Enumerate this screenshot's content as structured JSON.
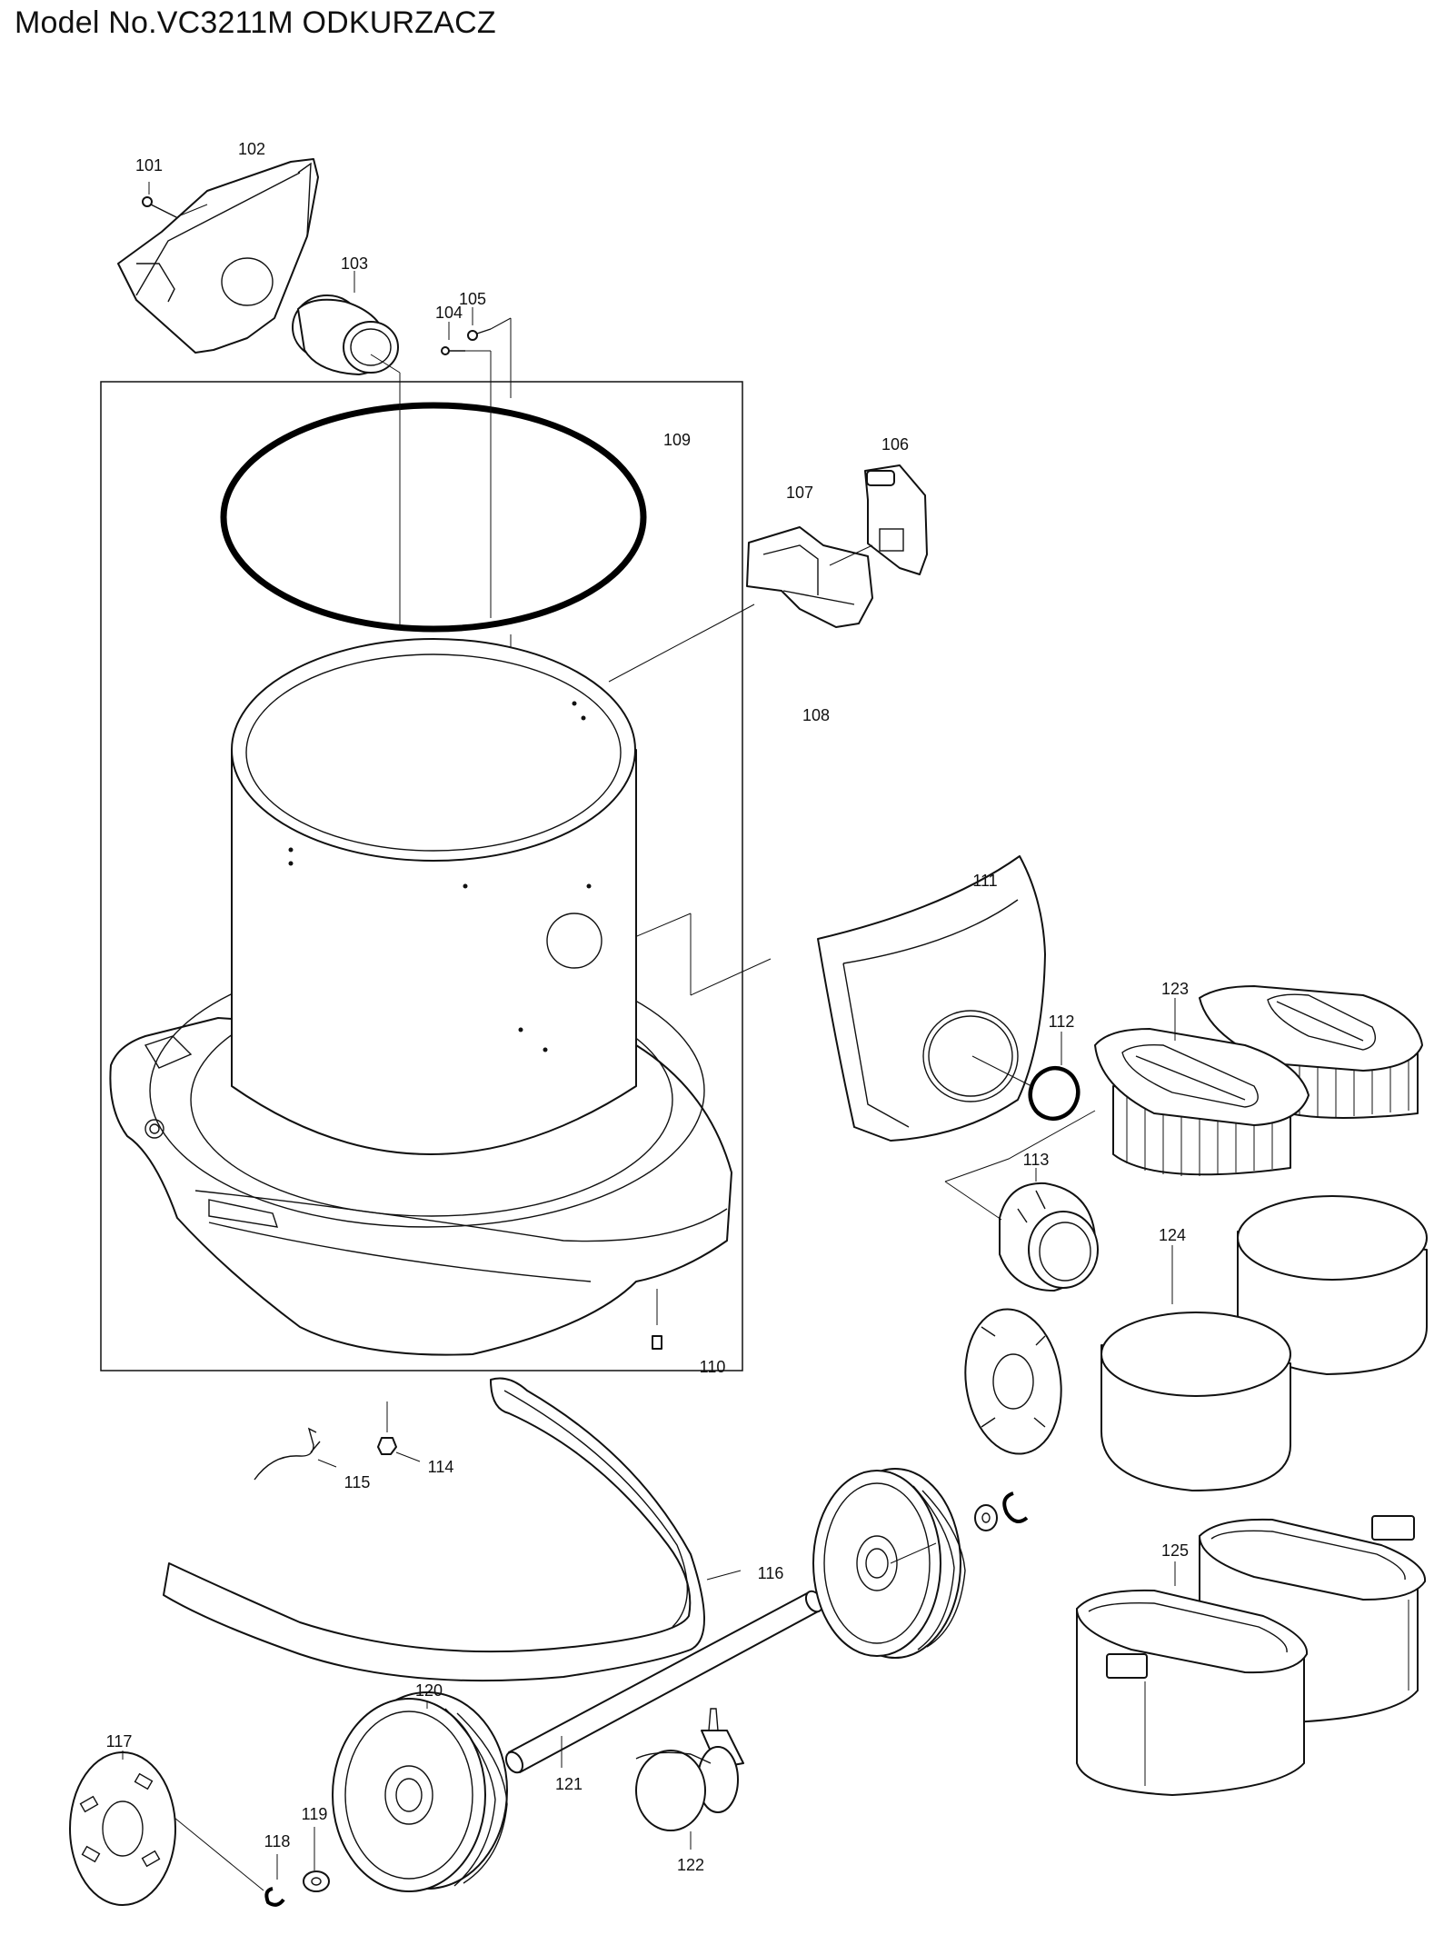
{
  "title": "Model No.VC3211M ODKURZACZ",
  "parts": {
    "p101": "101",
    "p102": "102",
    "p103": "103",
    "p104": "104",
    "p105": "105",
    "p106": "106",
    "p107": "107",
    "p108": "108",
    "p109": "109",
    "p110": "110",
    "p111": "111",
    "p112": "112",
    "p113": "113",
    "p114": "114",
    "p115": "115",
    "p116": "116",
    "p117": "117",
    "p118": "118",
    "p119": "119",
    "p120": "120",
    "p121": "121",
    "p122": "122",
    "p123": "123",
    "p124": "124",
    "p125": "125"
  }
}
